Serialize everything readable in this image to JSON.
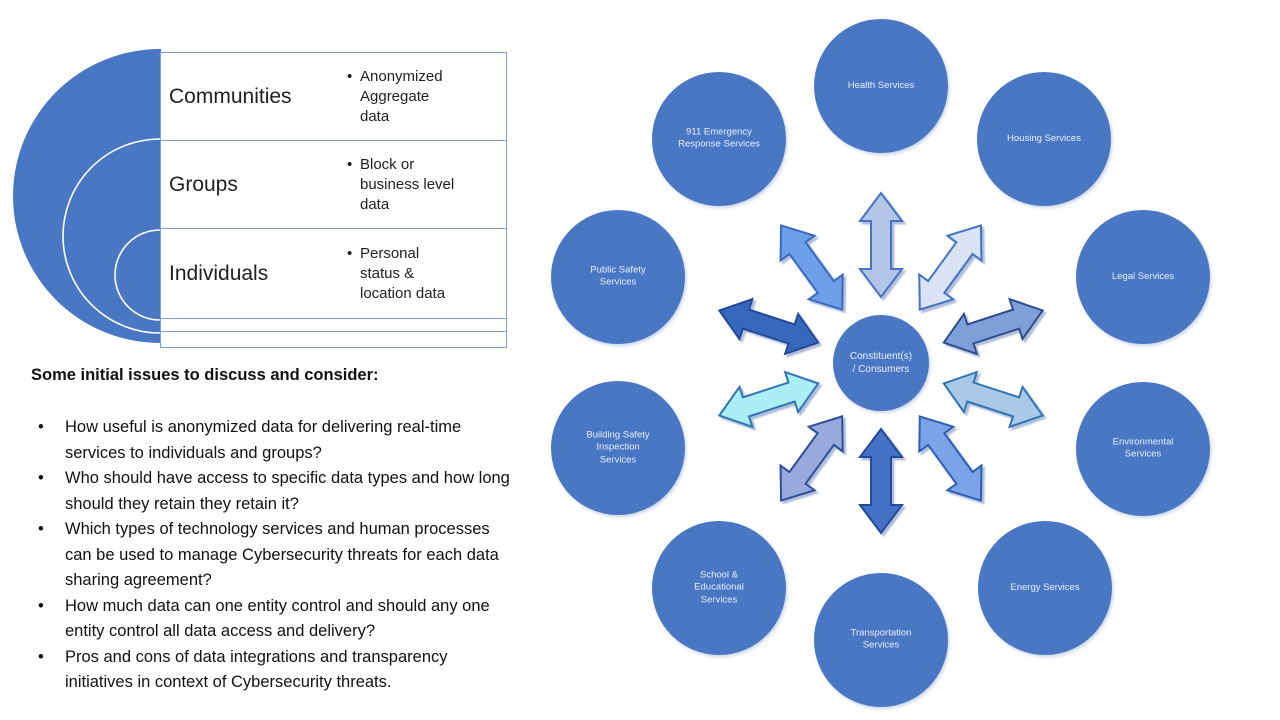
{
  "palette": {
    "circle-blue": "#4a77c4",
    "table-border": "#7fa0d6"
  },
  "levels_table": {
    "rows": [
      {
        "label": "Communities",
        "bullet": "Anonymized\nAggregate\ndata"
      },
      {
        "label": "Groups",
        "bullet": "Block or\nbusiness level\ndata"
      },
      {
        "label": "Individuals",
        "bullet": "Personal\nstatus &\nlocation data"
      }
    ]
  },
  "issues": {
    "title": "Some initial issues to discuss and consider:",
    "bullets": [
      "How useful is anonymized data for delivering real-time services to individuals and groups?",
      "Who should have access to specific data types and how long should they retain they retain it?",
      "Which types of technology services and human processes can be used to manage Cybersecurity threats for each data sharing agreement?",
      "How much data can one entity control and should any one entity control all data access and delivery?",
      "Pros and cons of data integrations and transparency initiatives in context of Cybersecurity threats."
    ]
  },
  "hub": {
    "center_label": "Constituent(s)\n/ Consumers",
    "spokes": [
      {
        "label": "Health Services",
        "arrow_fill": "#b3c6e7",
        "arrow_stroke": "#4472c4"
      },
      {
        "label": "Housing Services",
        "arrow_fill": "#dae3f3",
        "arrow_stroke": "#4472c4"
      },
      {
        "label": "Legal Services",
        "arrow_fill": "#7f9fd9",
        "arrow_stroke": "#2e4d8f"
      },
      {
        "label": "Environmental\nServices",
        "arrow_fill": "#a9c9e6",
        "arrow_stroke": "#2e75b6"
      },
      {
        "label": "Energy Services",
        "arrow_fill": "#7ba3e8",
        "arrow_stroke": "#2e5db4"
      },
      {
        "label": "Transportation\nServices",
        "arrow_fill": "#4472c4",
        "arrow_stroke": "#24489a"
      },
      {
        "label": "School &\nEducational\nServices",
        "arrow_fill": "#98a9dc",
        "arrow_stroke": "#2e4d9b"
      },
      {
        "label": "Building Safety\nInspection\nServices",
        "arrow_fill": "#aceef5",
        "arrow_stroke": "#2e75b6"
      },
      {
        "label": "Public Safety\nServices",
        "arrow_fill": "#3968bb",
        "arrow_stroke": "#24489a"
      },
      {
        "label": "911 Emergency\nResponse Services",
        "arrow_fill": "#6d9ee8",
        "arrow_stroke": "#3b68c0"
      }
    ]
  }
}
